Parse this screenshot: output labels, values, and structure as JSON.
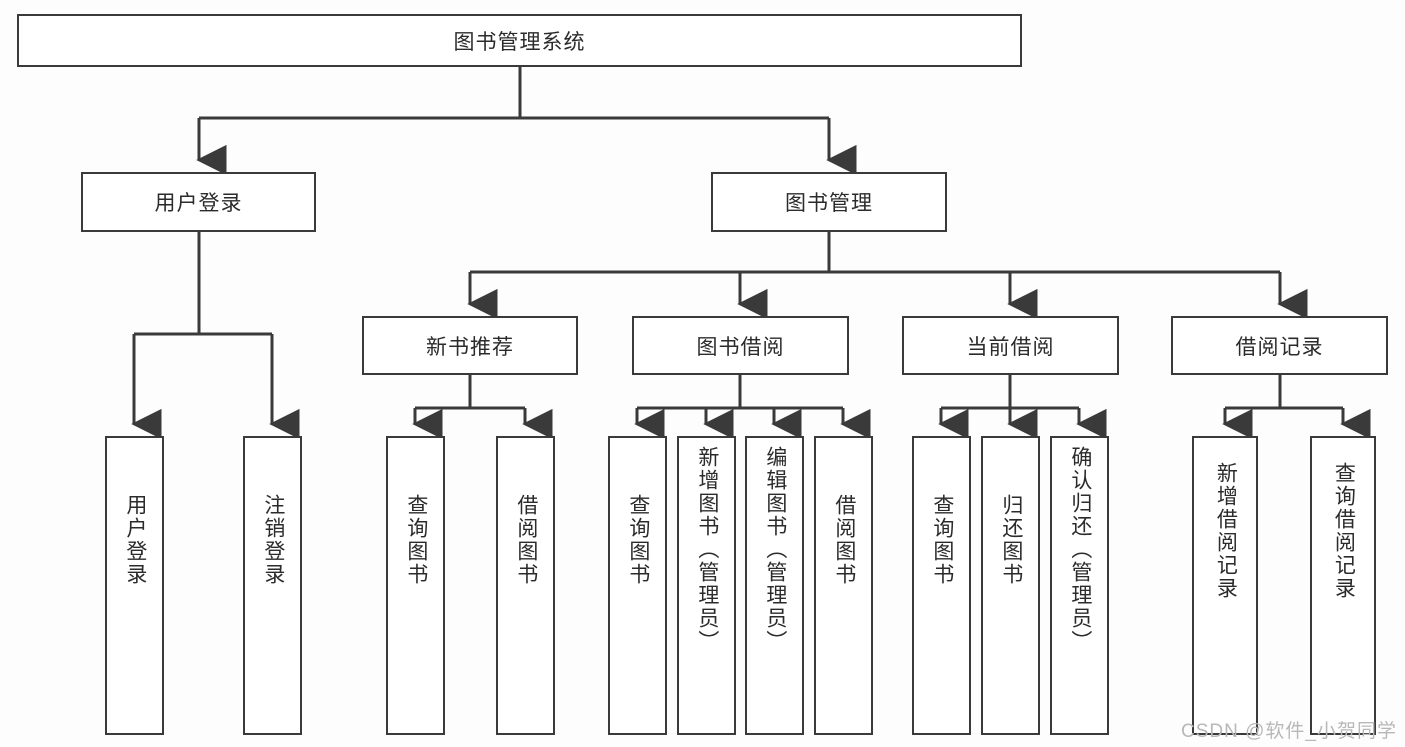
{
  "diagram": {
    "title": "图书管理系统",
    "type": "tree",
    "orientation": "top-down",
    "colors": {
      "box_border": "#3a3a3a",
      "box_fill": "#ffffff",
      "edge": "#3a3a3a",
      "text": "#2b2b2b",
      "watermark": "#b8b8b8",
      "canvas": "#fdfdfd"
    },
    "root": {
      "label": "图书管理系统"
    },
    "level2": [
      {
        "id": "user-login",
        "label": "用户登录"
      },
      {
        "id": "book-management",
        "label": "图书管理"
      }
    ],
    "level3": [
      {
        "id": "new-book-recommend",
        "label": "新书推荐"
      },
      {
        "id": "book-borrow",
        "label": "图书借阅"
      },
      {
        "id": "current-borrow",
        "label": "当前借阅"
      },
      {
        "id": "borrow-record",
        "label": "借阅记录"
      }
    ],
    "leaves": {
      "user_login": [
        {
          "id": "leaf-user-login",
          "label": "用户登录"
        },
        {
          "id": "leaf-user-logout",
          "label": "注销登录"
        }
      ],
      "new_book_recommend": [
        {
          "id": "leaf-query-book-1",
          "label": "查询图书"
        },
        {
          "id": "leaf-borrow-book-1",
          "label": "借阅图书"
        }
      ],
      "book_borrow": [
        {
          "id": "leaf-query-book-2",
          "label": "查询图书"
        },
        {
          "id": "leaf-add-book",
          "label": "新增图书（管理员）"
        },
        {
          "id": "leaf-edit-book",
          "label": "编辑图书（管理员）"
        },
        {
          "id": "leaf-borrow-book-2",
          "label": "借阅图书"
        }
      ],
      "current_borrow": [
        {
          "id": "leaf-query-book-3",
          "label": "查询图书"
        },
        {
          "id": "leaf-return-book",
          "label": "归还图书"
        },
        {
          "id": "leaf-confirm-return",
          "label": "确认归还（管理员）"
        }
      ],
      "borrow_record": [
        {
          "id": "leaf-add-record",
          "label": "新增借阅记录"
        },
        {
          "id": "leaf-query-record",
          "label": "查询借阅记录"
        }
      ]
    },
    "watermark": "CSDN @软件_小贺同学"
  }
}
